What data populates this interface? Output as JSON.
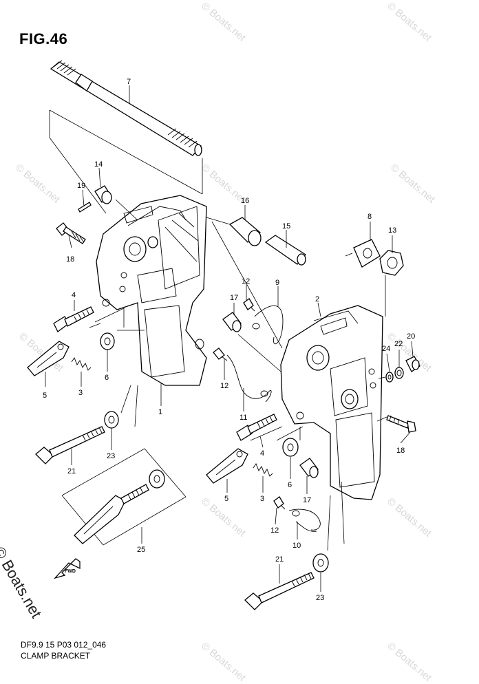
{
  "figure": {
    "title": "FIG.46",
    "code": "DF9.9 15 P03 012_046",
    "name": "CLAMP BRACKET"
  },
  "watermark": {
    "text": "© Boats.net"
  },
  "fwd_label": "FWD",
  "parts": [
    {
      "id": "l7",
      "text": "7"
    },
    {
      "id": "l14",
      "text": "14"
    },
    {
      "id": "l19",
      "text": "19"
    },
    {
      "id": "l18a",
      "text": "18"
    },
    {
      "id": "l16",
      "text": "16"
    },
    {
      "id": "l15",
      "text": "15"
    },
    {
      "id": "l8",
      "text": "8"
    },
    {
      "id": "l13",
      "text": "13"
    },
    {
      "id": "l12a",
      "text": "12"
    },
    {
      "id": "l9",
      "text": "9"
    },
    {
      "id": "l17a",
      "text": "17"
    },
    {
      "id": "l2",
      "text": "2"
    },
    {
      "id": "l4a",
      "text": "4"
    },
    {
      "id": "l6a",
      "text": "6"
    },
    {
      "id": "l3a",
      "text": "3"
    },
    {
      "id": "l5a",
      "text": "5"
    },
    {
      "id": "l1",
      "text": "1"
    },
    {
      "id": "l12b",
      "text": "12"
    },
    {
      "id": "l11",
      "text": "11"
    },
    {
      "id": "l24",
      "text": "24"
    },
    {
      "id": "l22",
      "text": "22"
    },
    {
      "id": "l20",
      "text": "20"
    },
    {
      "id": "l18b",
      "text": "18"
    },
    {
      "id": "l23a",
      "text": "23"
    },
    {
      "id": "l21a",
      "text": "21"
    },
    {
      "id": "l4b",
      "text": "4"
    },
    {
      "id": "l6b",
      "text": "6"
    },
    {
      "id": "l5b",
      "text": "5"
    },
    {
      "id": "l3b",
      "text": "3"
    },
    {
      "id": "l17b",
      "text": "17"
    },
    {
      "id": "l12c",
      "text": "12"
    },
    {
      "id": "l10",
      "text": "10"
    },
    {
      "id": "l25",
      "text": "25"
    },
    {
      "id": "l21b",
      "text": "21"
    },
    {
      "id": "l23b",
      "text": "23"
    }
  ]
}
